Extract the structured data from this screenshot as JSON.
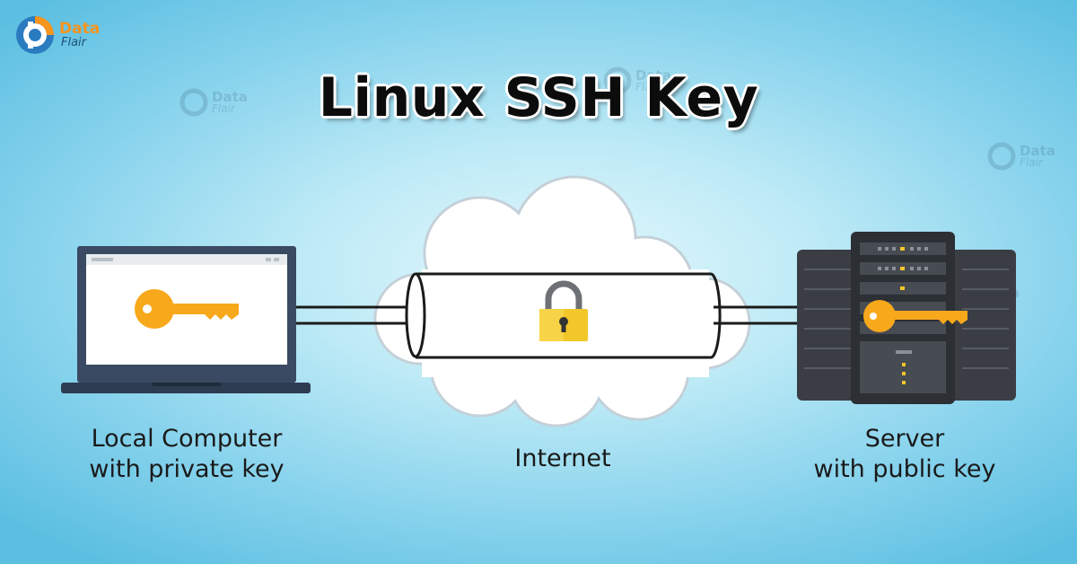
{
  "title": "Linux SSH Key",
  "logo": {
    "line1": "Data",
    "line2": "Flair"
  },
  "labels": {
    "local": [
      "Local Computer",
      "with private key"
    ],
    "internet": "Internet",
    "server": [
      "Server",
      "with public key"
    ]
  },
  "icons": [
    "laptop-icon",
    "key-icon",
    "cloud-icon",
    "padlock-icon",
    "server-icon"
  ],
  "colors": {
    "key": "#f8a81b",
    "lock": "#f3c629",
    "laptop": "#3a4a63",
    "server": "#3a3d43"
  }
}
